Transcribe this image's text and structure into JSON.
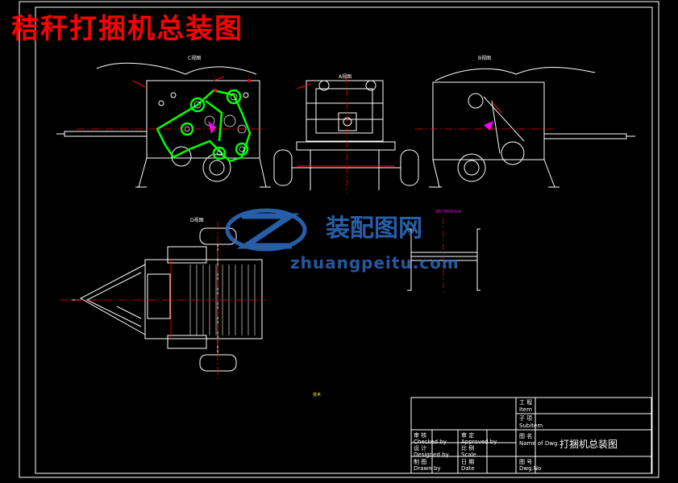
{
  "drawing": {
    "title": "秸秆打捆机总装图",
    "views": {
      "front": "C视图",
      "middle": "A视图",
      "rear": "B视图",
      "top": "D视图",
      "section": "SECTION A-A",
      "tech_note": "技术"
    }
  },
  "watermark": {
    "cn": "装配图网",
    "en": "zhuangpeitu.com"
  },
  "title_block": {
    "drawing_name": "打捆机总装图",
    "item_cn": "工 程",
    "item_en": "Item",
    "subitem_cn": "子 项",
    "subitem_en": "Subitem",
    "dwg_no_cn": "图 号",
    "dwg_no_en": "Dwg.No",
    "name_cn": "图 名",
    "name_en": "Name of Dwg.",
    "drawn_cn": "设 计",
    "drawn_en": "Designed by",
    "checked_cn": "审 核",
    "checked_en": "Checked by",
    "approved_cn": "审 定",
    "approved_en": "Approved by",
    "scale_cn": "比 例",
    "scale_en": "Scale",
    "date_cn": "日 期",
    "date_en": "Date",
    "drafter_cn": "制 图",
    "drafter_en": "Drawn by"
  },
  "colors": {
    "background": "#000000",
    "line": "#ffffff",
    "title": "#ff0000",
    "chain": "#00ff00",
    "centerline": "#ff0000",
    "highlight": "#ff00ff",
    "watermark": "#2f6fc6"
  }
}
